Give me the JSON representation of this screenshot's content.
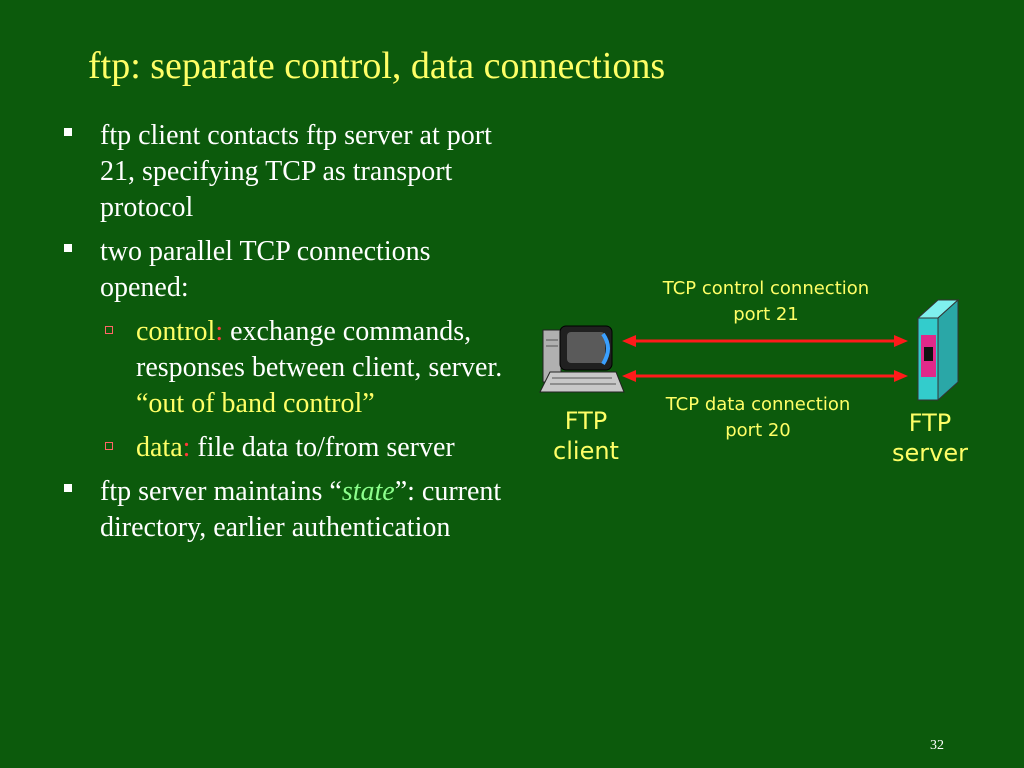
{
  "slide": {
    "title": "ftp: separate control, data connections",
    "page_number": "32"
  },
  "bullets": {
    "b1": "ftp client contacts ftp server at port 21, specifying TCP as transport protocol",
    "b2": "two parallel TCP connections opened:",
    "sub1_term": "control",
    "sub1_colon": ":",
    "sub1_text": " exchange commands, responses between client, server.",
    "sub1_note": "“out of band control”",
    "sub2_term": "data",
    "sub2_colon": ":",
    "sub2_text": " file data to/from server",
    "b3_pre": "ftp server maintains “",
    "b3_state": "state",
    "b3_post": "”: current directory, earlier authentication"
  },
  "diagram": {
    "control_label_line1": "TCP control connection",
    "control_label_line2": "port 21",
    "data_label_line1": "TCP data connection",
    "data_label_line2": "port 20",
    "client_label_line1": "FTP",
    "client_label_line2": "client",
    "server_label_line1": "FTP",
    "server_label_line2": "server",
    "client_icon": "computer-icon",
    "server_icon": "server-tower-icon",
    "arrow_color": "#ff1a1a"
  },
  "colors": {
    "background": "#0c5a0c",
    "title": "#ffff66",
    "accent": "#ff3b3b"
  }
}
